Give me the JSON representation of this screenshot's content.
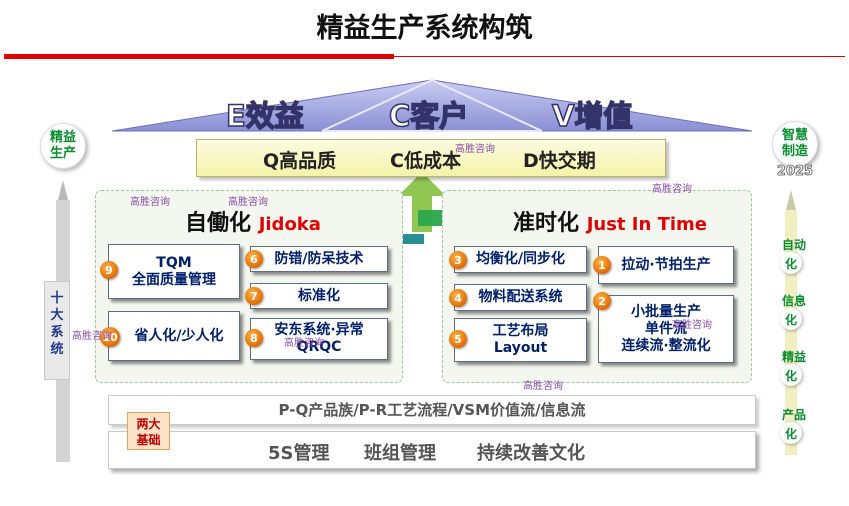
{
  "title": "精益生产系统构筑",
  "roof": {
    "e": "E效益",
    "c": "C客户",
    "v": "V增值"
  },
  "banner": {
    "q": "Q高品质",
    "c": "C低成本",
    "d": "D快交期"
  },
  "left_pillar": {
    "title": "自働化",
    "title_en": "Jidoka",
    "cards": [
      {
        "num": "9",
        "line1": "TQM",
        "line2": "全面质量管理"
      },
      {
        "num": "6",
        "line1": "防错/防呆技术",
        "line2": ""
      },
      {
        "num": "7",
        "line1": "标准化",
        "line2": ""
      },
      {
        "num": "10",
        "line1": "省人化/少人化",
        "line2": ""
      },
      {
        "num": "8",
        "line1": "安东系统·异常",
        "line2": "QRQC"
      }
    ]
  },
  "right_pillar": {
    "title": "准时化",
    "title_en": "Just In Time",
    "cards": [
      {
        "num": "3",
        "line1": "均衡化/同步化",
        "line2": ""
      },
      {
        "num": "1",
        "line1": "拉动·节拍生产",
        "line2": ""
      },
      {
        "num": "4",
        "line1": "物料配送系统",
        "line2": ""
      },
      {
        "num": "2",
        "line1": "小批量生产",
        "line2": "单件流",
        "line3": "连续流·整流化"
      },
      {
        "num": "5",
        "line1": "工艺布局",
        "line2": "Layout"
      }
    ]
  },
  "foundation": {
    "basis_label_1": "两大",
    "basis_label_2": "基础",
    "row1": "P-Q产品族/P-R工艺流程/VSM价值流/信息流",
    "row2": {
      "a": "5S管理",
      "b": "班组管理",
      "c": "持续改善文化"
    }
  },
  "left_side": {
    "circle_1": "精益",
    "circle_2": "生产",
    "system_1": "十",
    "system_2": "大",
    "system_3": "系",
    "system_4": "统"
  },
  "right_side": {
    "circle_1": "智慧",
    "circle_2": "制造",
    "year": "2025",
    "steps": [
      {
        "a": "自动",
        "b": "化"
      },
      {
        "a": "信息",
        "b": "化"
      },
      {
        "a": "精益",
        "b": "化"
      },
      {
        "a": "产品",
        "b": "化"
      }
    ]
  },
  "watermark": "高胜咨询",
  "colors": {
    "accent_red": "#e00000",
    "card_text": "#00206a",
    "green": "#0a8d2f",
    "roof": "#8f95d6"
  }
}
